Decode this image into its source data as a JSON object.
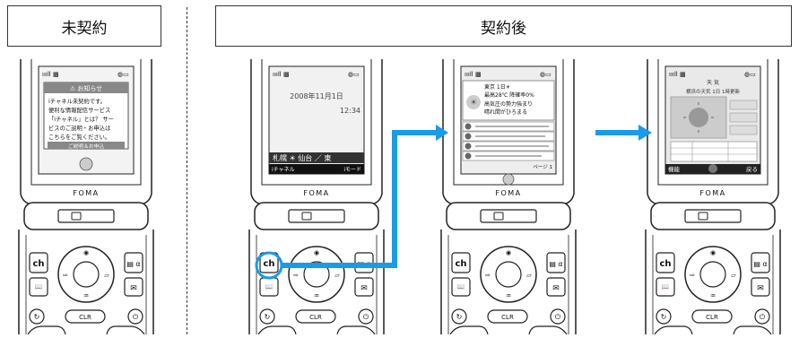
{
  "headers": {
    "before": "未契約",
    "after": "契約後"
  },
  "phone": {
    "brand": "FOMA",
    "keys": {
      "channel": "ch",
      "clear": "CLR",
      "power": "⏻"
    }
  },
  "screens": {
    "unsubscribed": {
      "title": "⚠ お知らせ",
      "lines": [
        "iチャネル未契約です。",
        "便利な情報配信サービス",
        "「iチャネル」とは？ サー",
        "ビスのご説明・お申込は",
        "こちらをご覧ください。"
      ],
      "button": "ご説明＆お申込"
    },
    "ticker": {
      "date": "2008年11月1日",
      "time": "12:34",
      "ticker_text": "札幌 ☀  仙台 ／ 東",
      "soft_left": "iチャネル",
      "soft_right": "iモード"
    },
    "channel_list": {
      "header": "東京 1日☀",
      "subheader": "最高28℃ 降確率0%",
      "items": [
        "高気圧の勢力強まり",
        "晴れ間がひろまる"
      ],
      "footer": "ページ 1"
    },
    "weather_detail": {
      "title": "天 気",
      "subtitle": "横浜の天気 1日 1時更新",
      "soft_left": "機能",
      "soft_right": "戻る"
    }
  }
}
